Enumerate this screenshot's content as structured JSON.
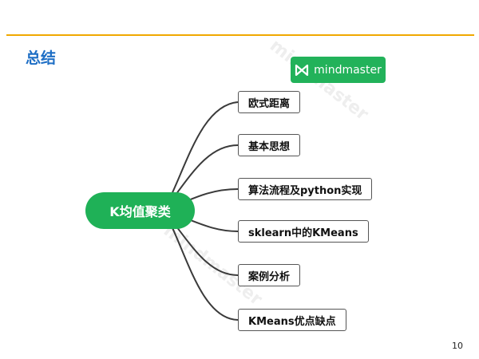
{
  "slide": {
    "title": "总结",
    "page_number": "10"
  },
  "brand": {
    "name": "mindmaster",
    "icon": "mindmaster-logo-icon",
    "color": "#22b25a"
  },
  "watermark": {
    "text": "mindmaster"
  },
  "mindmap": {
    "root": "K均值聚类",
    "branches": [
      "欧式距离",
      "基本思想",
      "算法流程及python实现",
      "sklearn中的KMeans",
      "案例分析",
      "KMeans优点缺点"
    ]
  },
  "colors": {
    "accent_rule": "#f0a800",
    "title": "#1f6fc5",
    "root_fill": "#1fb157",
    "branch_border": "#555555"
  }
}
